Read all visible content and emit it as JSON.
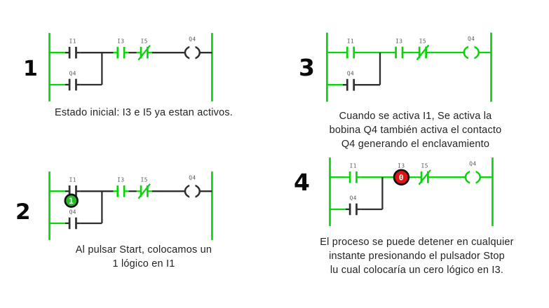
{
  "page": {
    "background": "#ffffff"
  },
  "colors": {
    "active": "#0bd30b",
    "inactive": "#2f2f2f",
    "rail": "#0bd30b",
    "label": "#575757",
    "marker_border": "#121212",
    "marker_digit": "#ffffff"
  },
  "panels": [
    {
      "number": "1",
      "caption": [
        "Estado inicial: I3 e I5 ya estan activos."
      ],
      "diagram": {
        "labels": {
          "i1": "I1",
          "i3": "I3",
          "i5": "I5",
          "q4_contact": "Q4",
          "coil": "Q4"
        },
        "states": {
          "wire_in": "on",
          "i1": "off",
          "wire_main": "off",
          "i3": "on",
          "i5": "on",
          "coil": "off",
          "junction": "off",
          "branch_stub": "on",
          "q4_contact": "off",
          "branch_wire": "off"
        },
        "marker": null
      }
    },
    {
      "number": "2",
      "caption": [
        "Al pulsar Start, colocamos un",
        "1 lógico en I1"
      ],
      "diagram": {
        "labels": {
          "i1": "I1",
          "i3": "I3",
          "i5": "I5",
          "q4_contact": "Q4",
          "coil": "Q4"
        },
        "states": {
          "wire_in": "on",
          "i1": "off",
          "wire_main": "off",
          "i3": "on",
          "i5": "on",
          "coil": "off",
          "junction": "off",
          "branch_stub": "on",
          "q4_contact": "off",
          "branch_wire": "off"
        },
        "marker": {
          "at": "i1_below",
          "digit": "1",
          "fill": "#2db92d"
        }
      }
    },
    {
      "number": "3",
      "caption": [
        "Cuando se activa I1, Se activa la",
        "bobina Q4 también activa el contacto",
        "Q4 generando el enclavamiento"
      ],
      "diagram": {
        "labels": {
          "i1": "I1",
          "i3": "I3",
          "i5": "I5",
          "q4_contact": "Q4",
          "coil": "Q4"
        },
        "states": {
          "wire_in": "on",
          "i1": "on",
          "wire_main": "on",
          "i3": "on",
          "i5": "on",
          "coil": "on",
          "junction": "off",
          "branch_stub": "on",
          "q4_contact": "off",
          "branch_wire": "off"
        },
        "marker": null
      }
    },
    {
      "number": "4",
      "caption": [
        "El proceso se puede detener en cualquier",
        "instante presionando el pulsador Stop",
        "lu cual colocaría un cero lógico en I3."
      ],
      "diagram": {
        "labels": {
          "i1": "I1",
          "i3": "I3",
          "i5": "I5",
          "q4_contact": "Q4",
          "coil": "Q4"
        },
        "states": {
          "wire_in": "on",
          "i1": "on",
          "wire_main": "on",
          "i3": "on",
          "i5": "on",
          "coil": "on",
          "junction": "off",
          "branch_stub": "on",
          "q4_contact": "off",
          "branch_wire": "off"
        },
        "marker": {
          "at": "i3",
          "digit": "0",
          "fill": "#df1414"
        }
      }
    }
  ]
}
